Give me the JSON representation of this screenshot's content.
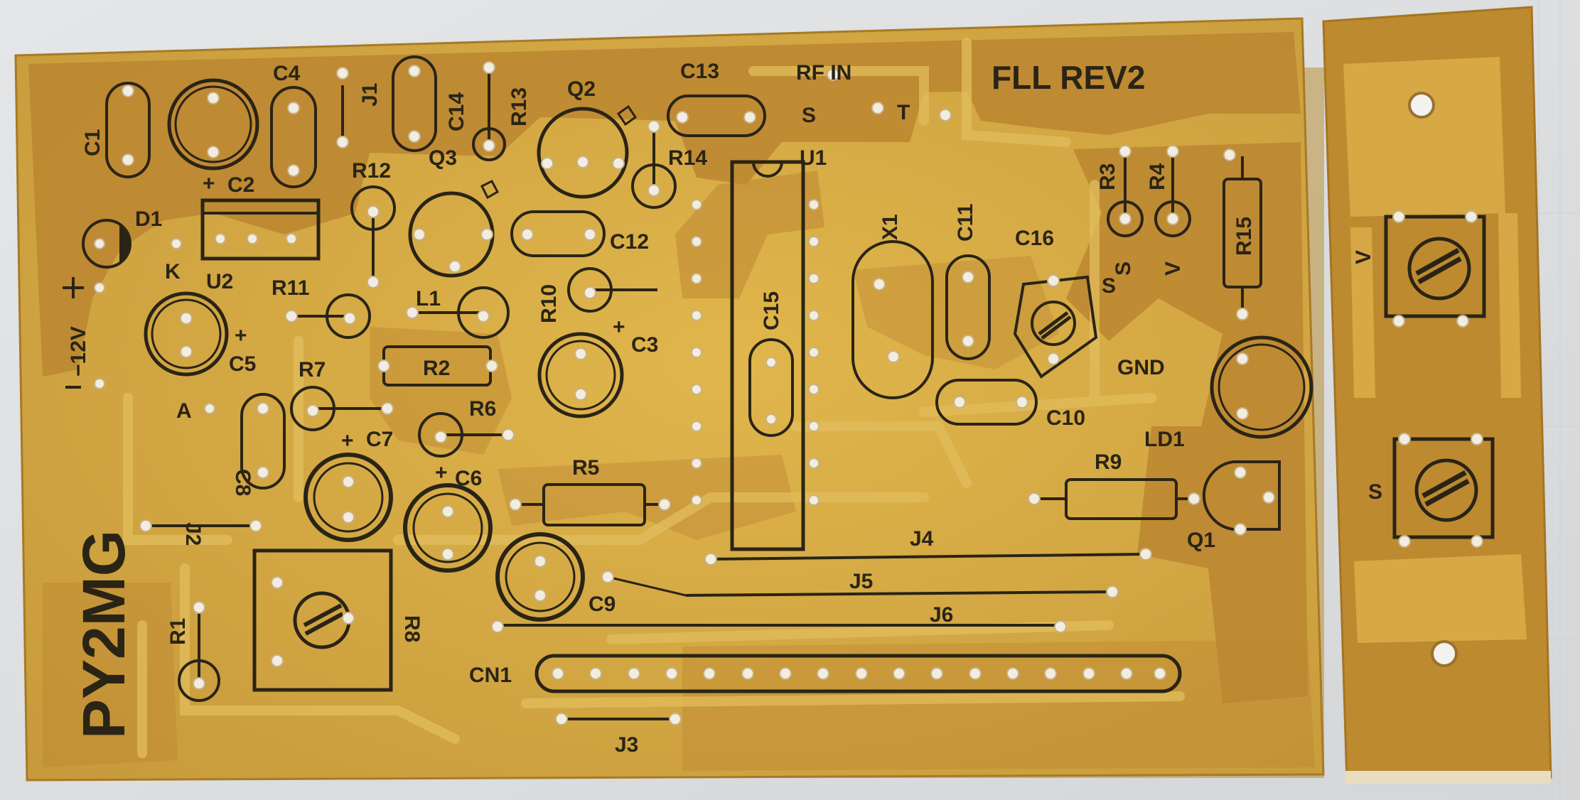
{
  "photo": {
    "background_color": "#dfe1e3",
    "board_color": "#d6a640",
    "copper_color": "#b9852f",
    "silk_color": "#2a2416"
  },
  "main_board": {
    "title": "FLL REV2",
    "author": "PY2MG",
    "labels": {
      "c1": "C1",
      "c2": "C2",
      "c3": "C3",
      "c4": "C4",
      "c5": "C5",
      "c6": "C6",
      "c7": "C7",
      "c8": "C8",
      "c9": "C9",
      "c10": "C10",
      "c11": "C11",
      "c12": "C12",
      "c13": "C13",
      "c14": "C14",
      "c15": "C15",
      "c16": "C16",
      "d1": "D1",
      "k": "K",
      "a": "A",
      "u1": "U1",
      "u2": "U2",
      "r1": "R1",
      "r2": "R2",
      "r3": "R3",
      "r4": "R4",
      "r5": "R5",
      "r6": "R6",
      "r7": "R7",
      "r8": "R8",
      "r9": "R9",
      "r10": "R10",
      "r11": "R11",
      "r12": "R12",
      "r13": "R13",
      "r14": "R14",
      "r15": "R15",
      "q1": "Q1",
      "q2": "Q2",
      "q3": "Q3",
      "j1": "J1",
      "j2": "J2",
      "j3": "J3",
      "j4": "J4",
      "j5": "J5",
      "j6": "J6",
      "l1": "L1",
      "x1": "X1",
      "ld1": "LD1",
      "cn1": "CN1",
      "rf_in": "RF IN",
      "s": "S",
      "t": "T",
      "gnd": "GND",
      "v": "V",
      "plus": "+",
      "minus": "−",
      "minus_12v": "−12V"
    }
  },
  "side_board": {
    "label_v": "V",
    "label_s": "S"
  }
}
